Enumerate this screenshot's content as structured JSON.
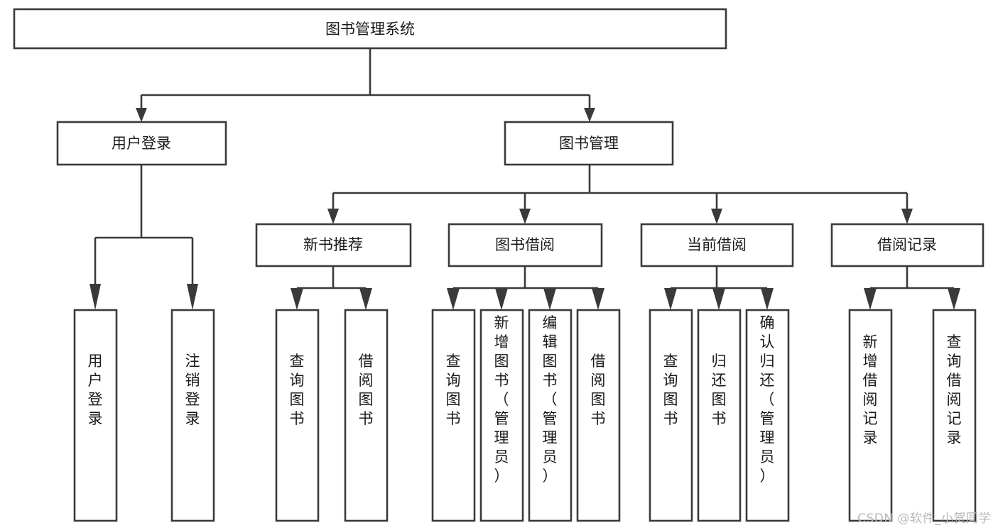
{
  "diagram": {
    "title": "图书管理系统",
    "watermark": "CSDN @软件_小贺同学",
    "orientation": "top-down-tree",
    "background_color": "#ffffff",
    "line_color": "#3a3a3a",
    "box_fill": "#ffffff",
    "text_color": "#1a1a1a",
    "levels": [
      {
        "level": 1,
        "nodes": [
          {
            "id": "root",
            "label": "图书管理系统",
            "text_orientation": "horizontal"
          }
        ]
      },
      {
        "level": 2,
        "nodes": [
          {
            "id": "user_login",
            "label": "用户登录",
            "text_orientation": "horizontal",
            "parent": "root"
          },
          {
            "id": "book_manage",
            "label": "图书管理",
            "text_orientation": "horizontal",
            "parent": "root"
          }
        ]
      },
      {
        "level": 3,
        "nodes": [
          {
            "id": "new_book_rec",
            "label": "新书推荐",
            "text_orientation": "horizontal",
            "parent": "book_manage"
          },
          {
            "id": "book_borrow",
            "label": "图书借阅",
            "text_orientation": "horizontal",
            "parent": "book_manage"
          },
          {
            "id": "current_borrow",
            "label": "当前借阅",
            "text_orientation": "horizontal",
            "parent": "book_manage"
          },
          {
            "id": "borrow_record",
            "label": "借阅记录",
            "text_orientation": "horizontal",
            "parent": "book_manage"
          }
        ]
      },
      {
        "level": 4,
        "nodes": [
          {
            "id": "leaf_user_login",
            "label": "用户登录",
            "text_orientation": "vertical",
            "parent": "user_login"
          },
          {
            "id": "leaf_logout",
            "label": "注销登录",
            "text_orientation": "vertical",
            "parent": "user_login"
          },
          {
            "id": "leaf_query_book_1",
            "label": "查询图书",
            "text_orientation": "vertical",
            "parent": "new_book_rec"
          },
          {
            "id": "leaf_borrow_book_1",
            "label": "借阅图书",
            "text_orientation": "vertical",
            "parent": "new_book_rec"
          },
          {
            "id": "leaf_query_book_2",
            "label": "查询图书",
            "text_orientation": "vertical",
            "parent": "book_borrow"
          },
          {
            "id": "leaf_add_book",
            "label": "新增图书（管理员）",
            "text_orientation": "vertical",
            "parent": "book_borrow"
          },
          {
            "id": "leaf_edit_book",
            "label": "编辑图书（管理员）",
            "text_orientation": "vertical",
            "parent": "book_borrow"
          },
          {
            "id": "leaf_borrow_book_2",
            "label": "借阅图书",
            "text_orientation": "vertical",
            "parent": "book_borrow"
          },
          {
            "id": "leaf_query_book_3",
            "label": "查询图书",
            "text_orientation": "vertical",
            "parent": "current_borrow"
          },
          {
            "id": "leaf_return_book",
            "label": "归还图书",
            "text_orientation": "vertical",
            "parent": "current_borrow"
          },
          {
            "id": "leaf_confirm_return",
            "label": "确认归还（管理员）",
            "text_orientation": "vertical",
            "parent": "current_borrow"
          },
          {
            "id": "leaf_add_record",
            "label": "新增借阅记录",
            "text_orientation": "vertical",
            "parent": "borrow_record"
          },
          {
            "id": "leaf_query_record",
            "label": "查询借阅记录",
            "text_orientation": "vertical",
            "parent": "borrow_record"
          }
        ]
      }
    ]
  }
}
